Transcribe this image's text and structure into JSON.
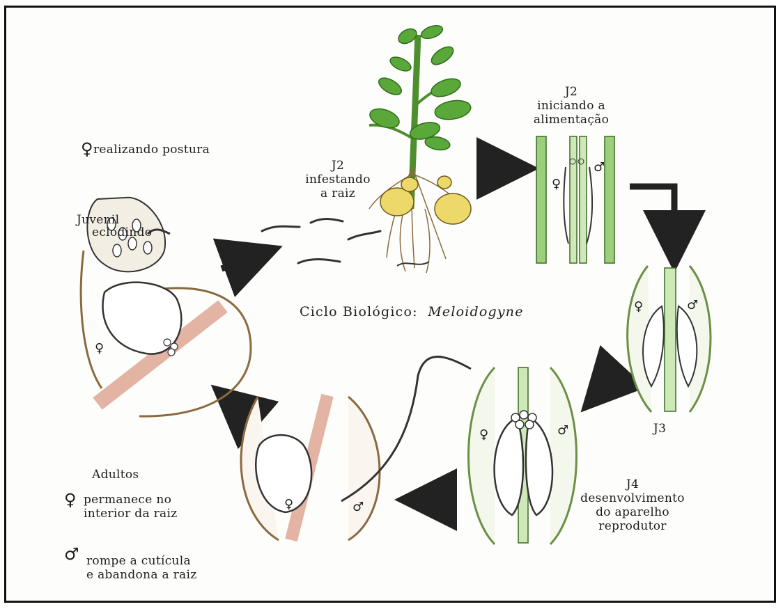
{
  "title": {
    "prefix": "Ciclo Biológico:",
    "genus": "Meloidogyne"
  },
  "symbols": {
    "female": "♀",
    "male": "♂"
  },
  "labels": {
    "female_laying": "realizando postura",
    "juvenile_hatching": [
      "Juvenil",
      "eclodindo"
    ],
    "j2_infesting": [
      "J2",
      "infestando",
      "a raiz"
    ],
    "j2_feeding": [
      "J2",
      "iniciando a",
      "alimentação"
    ],
    "j3": "J3",
    "j4": [
      "J4",
      "desenvolvimento",
      "do aparelho",
      "reprodutor"
    ],
    "adults_heading": "Adultos",
    "adult_female": [
      "permanece no",
      "interior da raiz"
    ],
    "adult_male": [
      "rompe a cutícula",
      "e abandona a raiz"
    ]
  },
  "colors": {
    "leaf": "#5aa83a",
    "stem": "#8cc067",
    "root_cell": "#6b8f44",
    "root_outline": "#8a6a3e",
    "vascular_pink": "#e3b4a3",
    "potato": "#ecd96a",
    "arrow": "#222222"
  }
}
